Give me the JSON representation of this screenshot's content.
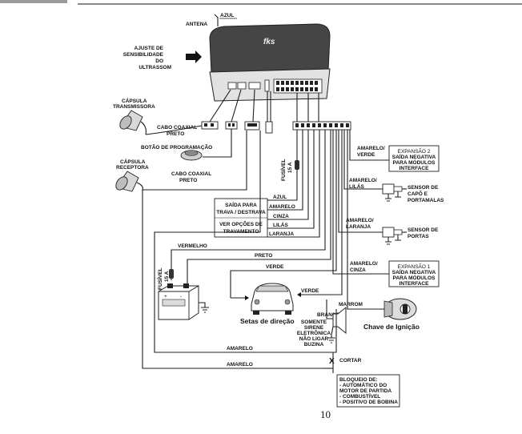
{
  "header": {
    "accent_color": "#9a9a9a"
  },
  "module": {
    "brand": "fks",
    "antenna_label": "ANTENA",
    "antenna_wire": "AZUL",
    "sensitivity_label": [
      "AJUSTE DE",
      "SENSIBILIDADE",
      "DO"
    ],
    "sensitivity_strong": "ULTRASSOM"
  },
  "left": {
    "transmitter": [
      "CÁPSULA",
      "TRANSMISSORA"
    ],
    "coax1": [
      "CABO COAXIAL",
      "PRETO"
    ],
    "program_button": "BOTÃO DE PROGRAMAÇÃO",
    "receiver": [
      "CÁPSULA",
      "RECEPTORA"
    ],
    "coax2": [
      "CABO COAXIAL",
      "PRETO"
    ]
  },
  "lock_box": {
    "lines": [
      "SAÍDA PARA",
      "TRAVA / DESTRAVA",
      "VER OPÇÕES DE",
      "TRAVAMENTO"
    ],
    "wires": [
      "AZUL",
      "AMARELO",
      "CINZA",
      "LILÁS",
      "LARANJA"
    ]
  },
  "fuse_top": [
    "FUSÍVEL",
    "15 A"
  ],
  "fuse_battery": [
    "FUSÍVEL",
    "15 A"
  ],
  "battery_wire_labels": {
    "red": "VERMELHO",
    "black": "PRETO",
    "green": "VERDE"
  },
  "arrows": {
    "label": "Setas de direção",
    "wire": "VERDE"
  },
  "siren": {
    "wire": "BRANCO",
    "note": [
      "SOMENTE",
      "SIRENE",
      "ELETRÔNICA",
      "NÃO LIGAR",
      "BUZINA"
    ]
  },
  "ignition": {
    "wire": "MARROM",
    "label": "Chave de Ignição"
  },
  "bottom": {
    "wire1": "AMARELO",
    "wire2": "AMARELO",
    "cut_mark": "X",
    "cut_label": "CORTAR"
  },
  "block_box": {
    "lines": [
      "BLOQUEIO DE:",
      "- AUTOMÁTICO DO",
      "MOTOR DE PARTIDA",
      "- COMBUSTÍVEL",
      "- POSITIVO DE BOBINA"
    ]
  },
  "right": {
    "exp2_wire": [
      "AMARELO/",
      "VERDE"
    ],
    "exp2_box": [
      "EXPANSÃO 2",
      "SAÍDA NEGATIVA",
      "PARA MÓDULOS",
      "INTERFACE"
    ],
    "hood_wire": [
      "AMARELO/",
      "LILÁS"
    ],
    "hood_sensor": [
      "SENSOR DE",
      "CAPÔ E",
      "PORTAMALAS"
    ],
    "door_wire": [
      "AMARELO/",
      "LARANJA"
    ],
    "door_sensor": [
      "SENSOR DE",
      "PORTAS"
    ],
    "exp1_wire": [
      "AMARELO/",
      "CINZA"
    ],
    "exp1_box": [
      "EXPANSÃO 1",
      "SAÍDA NEGATIVA",
      "PARA MÓDULOS",
      "INTERFACE"
    ]
  },
  "page_number": "10"
}
